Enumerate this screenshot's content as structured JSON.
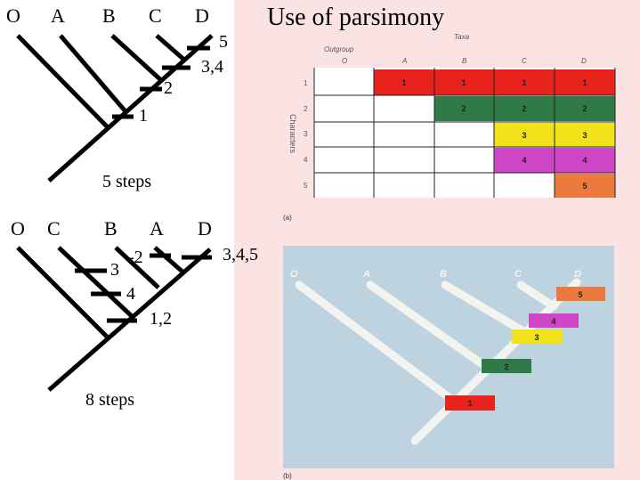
{
  "title": "Use of parsimony",
  "tree1": {
    "taxa": [
      "O",
      "A",
      "B",
      "C",
      "D"
    ],
    "marks": [
      "5",
      "3,4",
      "2",
      "1"
    ],
    "steps": "5 steps"
  },
  "tree2": {
    "taxa": [
      "O",
      "C",
      "B",
      "A",
      "D"
    ],
    "marks": [
      "-2",
      "3,4,5",
      "3",
      "4",
      "1,2"
    ],
    "steps": "8 steps"
  },
  "matrix": {
    "header_taxa": "Taxa",
    "outgroup_label": "Outgroup",
    "columns": [
      "O",
      "A",
      "B",
      "C",
      "D"
    ],
    "rows": [
      "1",
      "2",
      "3",
      "4",
      "5"
    ],
    "row_axis_label": "Characters",
    "caption": "(a)",
    "colors": {
      "1": "#e8231c",
      "2": "#2f7a47",
      "3": "#f2e21a",
      "4": "#cf45c8",
      "5": "#ec7a3e"
    }
  },
  "photo_tree": {
    "taxa": [
      "O",
      "A",
      "B",
      "C",
      "D"
    ],
    "bands": [
      "1",
      "2",
      "3",
      "4",
      "5"
    ],
    "caption": "(b)",
    "background": "#bed3e0"
  }
}
